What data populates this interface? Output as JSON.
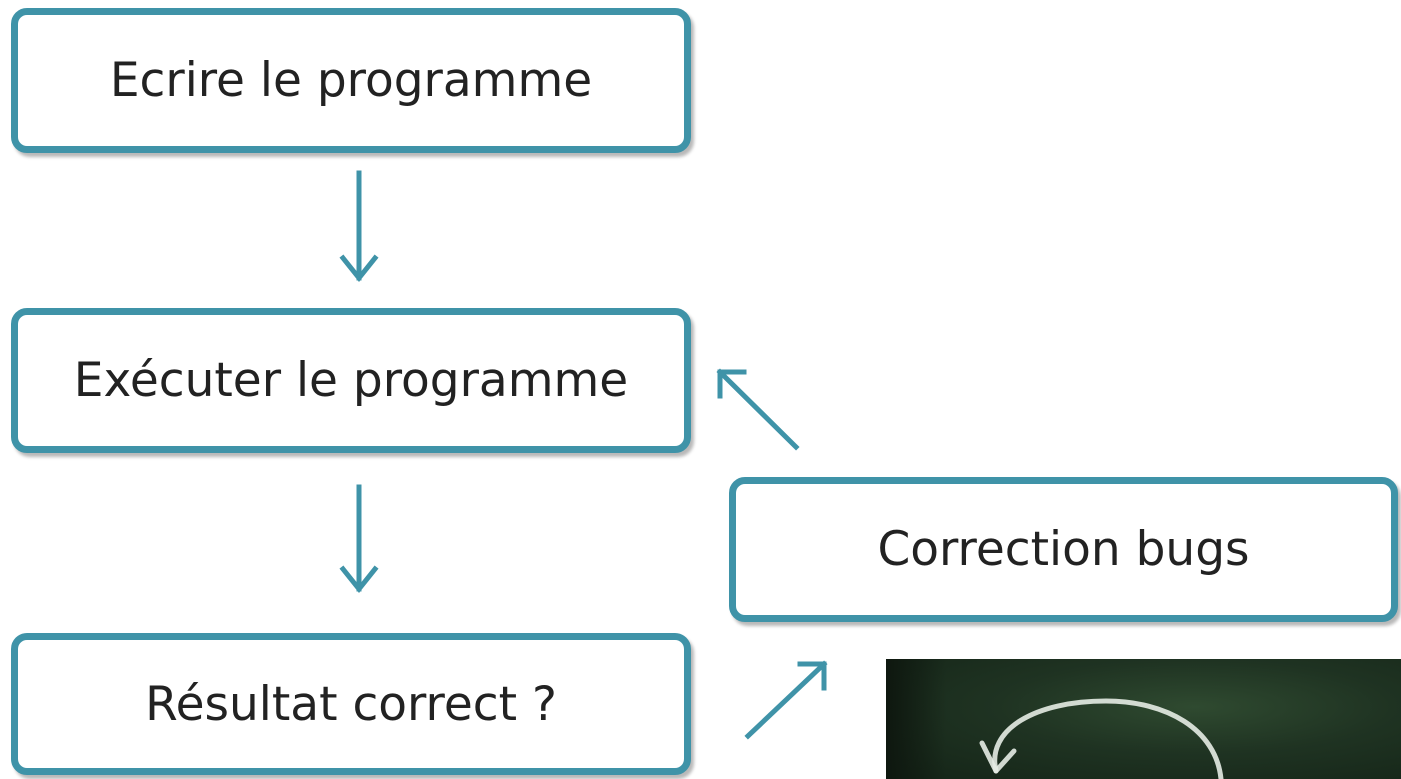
{
  "boxes": {
    "ecrire": "Ecrire le programme",
    "executer": "Exécuter le programme",
    "resultat": "Résultat correct ?",
    "correction": "Correction bugs"
  },
  "colors": {
    "accent": "#3f93a8",
    "text": "#222222",
    "photo_background": "#1f3322",
    "chalk": "#e6ece4"
  },
  "photo": {
    "description_icon": "chalkboard-curved-arrow-icon"
  }
}
